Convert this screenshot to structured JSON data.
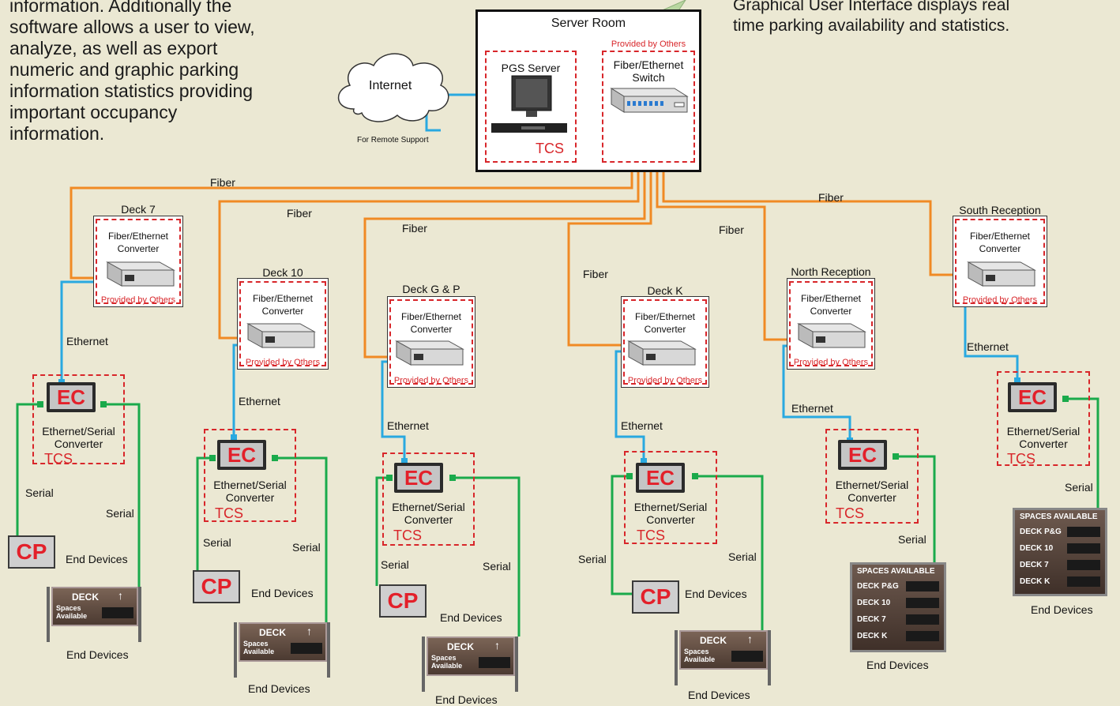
{
  "text": {
    "left_paragraph": "information.  Additionally the\nsoftware allows a user to view,\nanalyze, as well as export\nnumeric and graphic parking\ninformation statistics providing\nimportant occupancy\ninformation.",
    "right_paragraph": "Graphical User Interface displays real\ntime parking availability and statistics."
  },
  "server_room": {
    "title": "Server Room",
    "pgs_server": "PGS Server",
    "tcs": "TCS",
    "provided": "Provided by Others",
    "switch": "Fiber/Ethernet\nSwitch"
  },
  "internet": {
    "label": "Internet",
    "remote": "For Remote Support"
  },
  "common": {
    "fiber": "Fiber",
    "ethernet": "Ethernet",
    "serial": "Serial",
    "converter": "Fiber/Ethernet\nConverter",
    "provided": "Provided by Others",
    "ec": "EC",
    "ec_caption": "Ethernet/Serial\nConverter",
    "tcs": "TCS",
    "cp": "CP",
    "end_devices": "End Devices",
    "deck_sign_title": "DECK",
    "arrow": "↑",
    "spaces_available": "Spaces\nAvailable",
    "big_sign_title": "SPACES AVAILABLE",
    "big_rows": [
      "DECK P&G",
      "DECK 10",
      "DECK 7",
      "DECK K"
    ]
  },
  "locations": {
    "deck7": "Deck 7",
    "deck10": "Deck 10",
    "deckgp": "Deck G & P",
    "deckk": "Deck K",
    "north": "North Reception",
    "south": "South Reception"
  },
  "colors": {
    "background": "#ebe8d3",
    "fiber": "#f08a24",
    "ethernet": "#29a9e0",
    "serial": "#1aaa4b",
    "red": "#d8262a"
  }
}
